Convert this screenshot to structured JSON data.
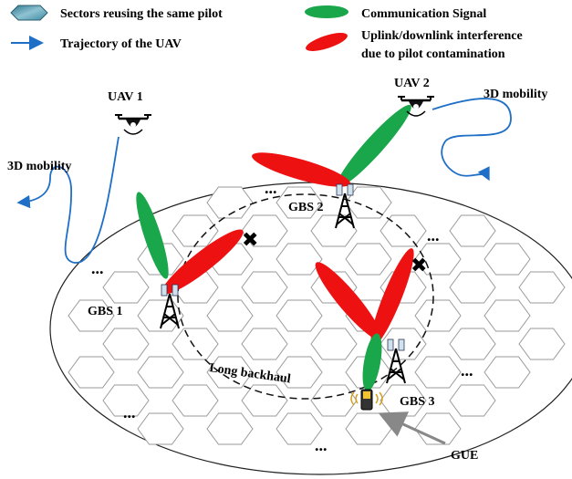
{
  "legend": {
    "sectors": "Sectors reusing the same pilot",
    "trajectory": "Trajectory of the UAV",
    "signal": "Communication Signal",
    "interference_line1": "Uplink/downlink interference",
    "interference_line2": "due to pilot contamination"
  },
  "labels": {
    "uav1": "UAV 1",
    "uav2": "UAV 2",
    "mobility_left": "3D mobility",
    "mobility_right": "3D mobility",
    "gbs1": "GBS 1",
    "gbs2": "GBS 2",
    "gbs3": "GBS 3",
    "backhaul": "Long backhaul",
    "gue": "GUE",
    "ellipsis": "..."
  },
  "colors": {
    "sector_fill": "#4f93a8",
    "signal": "#1aa64a",
    "interference": "#ee1111",
    "trajectory": "#1f6fc6"
  }
}
